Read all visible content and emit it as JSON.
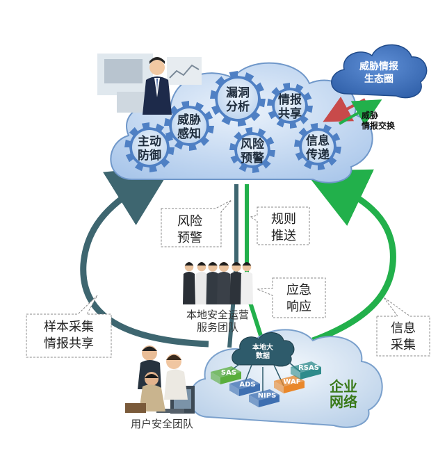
{
  "top_cloud": {
    "gears": [
      {
        "lines": [
          "主动",
          "防御"
        ]
      },
      {
        "lines": [
          "威胁",
          "感知"
        ]
      },
      {
        "lines": [
          "漏洞",
          "分析"
        ]
      },
      {
        "lines": [
          "风险",
          "预警"
        ]
      },
      {
        "lines": [
          "情报",
          "共享"
        ]
      },
      {
        "lines": [
          "信息",
          "传递"
        ]
      }
    ]
  },
  "ecosystem_cloud": {
    "lines": [
      "威胁情报",
      "生态圈"
    ]
  },
  "exchange_label": {
    "lines": [
      "威胁",
      "情报交换"
    ]
  },
  "callouts": {
    "risk_warning": [
      "风险",
      "预警"
    ],
    "rule_push": [
      "规则",
      "推送"
    ],
    "emergency_response": [
      "应急",
      "响应"
    ],
    "sample_collection": [
      "样本采集",
      "情报共享"
    ],
    "info_collection": [
      "信息",
      "采集"
    ]
  },
  "local_team_label": [
    "本地安全运营",
    "服务团队"
  ],
  "user_team_label": "用户安全团队",
  "enterprise": {
    "big_data_cloud": [
      "本地大",
      "数据"
    ],
    "label": [
      "企业",
      "网络"
    ],
    "boxes": [
      "SAS",
      "ADS",
      "NIPS",
      "WAF",
      "RSAS"
    ]
  },
  "colors": {
    "cloud_fill": "#c9dcf2",
    "gear_fill": "#4f80c4",
    "dark_arrow": "#3e6670",
    "green_arrow": "#22b04b",
    "red_arrow": "#c84a4a",
    "box_green": "#5aae3c",
    "box_blue": "#3e6fb1",
    "box_orange": "#e9872a",
    "box_teal": "#2f8b8b"
  }
}
